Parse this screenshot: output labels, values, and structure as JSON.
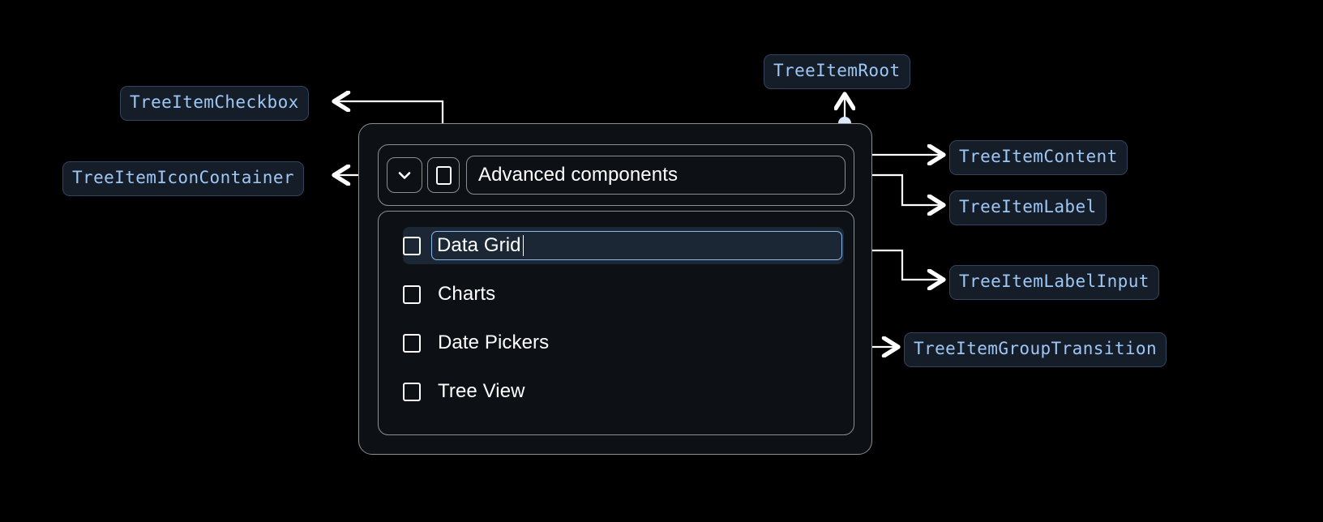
{
  "annotations": [
    {
      "id": "checkbox",
      "label": "TreeItemCheckbox"
    },
    {
      "id": "icon_container",
      "label": "TreeItemIconContainer"
    },
    {
      "id": "root",
      "label": "TreeItemRoot"
    },
    {
      "id": "content",
      "label": "TreeItemContent"
    },
    {
      "id": "label",
      "label": "TreeItemLabel"
    },
    {
      "id": "label_input",
      "label": "TreeItemLabelInput"
    },
    {
      "id": "group_transition",
      "label": "TreeItemGroupTransition"
    }
  ],
  "tree": {
    "parent": {
      "expand_icon": "chevron-down-icon",
      "checkbox_state": "unchecked",
      "label": "Advanced components"
    },
    "children": [
      {
        "label": "Data Grid",
        "checkbox_state": "unchecked",
        "editing": true,
        "selected": true
      },
      {
        "label": "Charts",
        "checkbox_state": "unchecked",
        "editing": false,
        "selected": false
      },
      {
        "label": "Date Pickers",
        "checkbox_state": "unchecked",
        "editing": false,
        "selected": false
      },
      {
        "label": "Tree View",
        "checkbox_state": "unchecked",
        "editing": false,
        "selected": false
      }
    ]
  },
  "colors": {
    "background": "#000000",
    "chip_fill": "#151d29",
    "chip_border": "#33445c",
    "chip_text": "#9ec7f5",
    "box_border": "#8e8e8e",
    "box_fill": "#0d1116",
    "connector": "#ffffff",
    "connector_dot": "#dce9f8",
    "selected_row": "#1b2735",
    "input_focus_border": "#8ab6e8",
    "text": "#ffffff"
  }
}
